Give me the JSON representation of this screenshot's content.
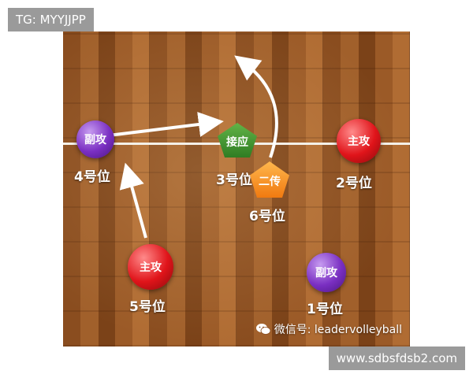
{
  "tags": {
    "top": "TG: MYYJJPP",
    "bottom": "www.sdbsfdsb2.com"
  },
  "court": {
    "players": {
      "outside_left": "副攻",
      "setter_right": "接应",
      "opposite_right": "主攻",
      "setter": "二传",
      "back_left": "主攻",
      "back_right": "副攻"
    },
    "positions": {
      "p4": "4号位",
      "p3": "3号位",
      "p2": "2号位",
      "p6": "6号位",
      "p5": "5号位",
      "p1": "1号位"
    },
    "colors": {
      "court_wood": "#9b5a27",
      "line": "#f4f0e8",
      "purple_ball": "#7a2fc2",
      "red_ball": "#e0141a",
      "green_marker": "#2f7d23",
      "orange_marker": "#f07a10"
    }
  },
  "watermark": {
    "icon": "wechat-icon",
    "text": "微信号: leadervolleyball"
  }
}
